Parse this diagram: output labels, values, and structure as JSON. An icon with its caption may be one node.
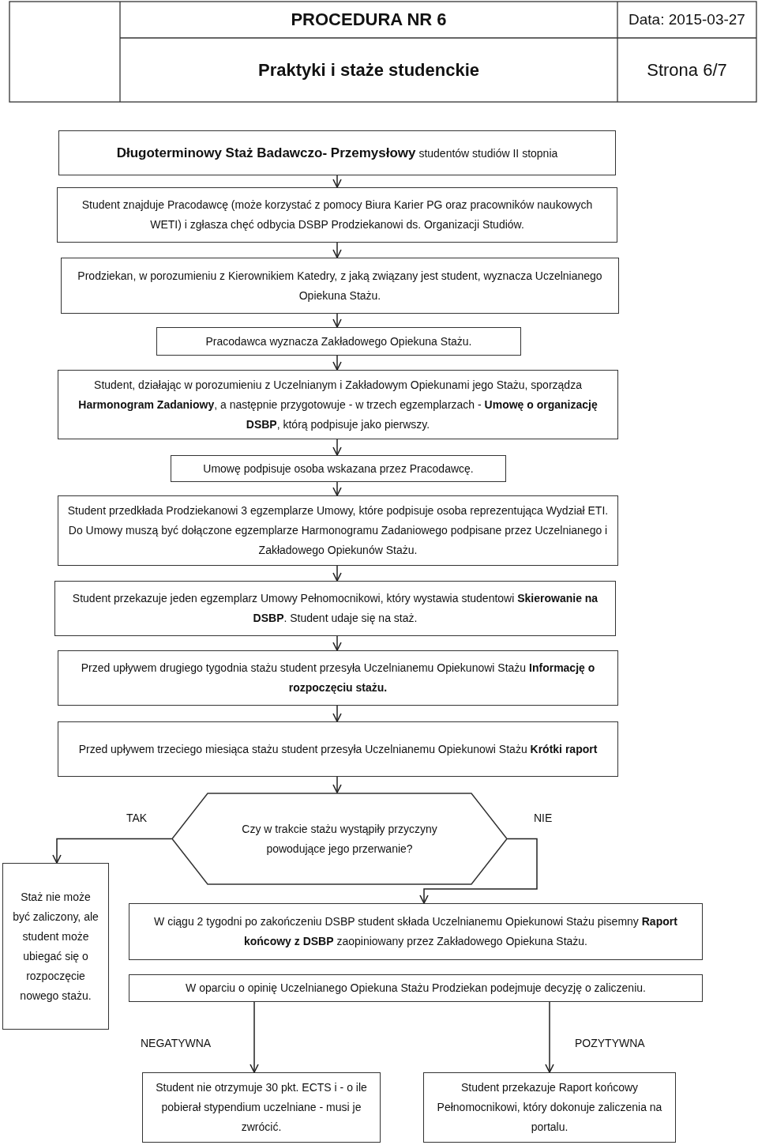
{
  "diagram": {
    "nodes": [
      {
        "text": [
          "**Długoterminowy Staż Badawczo- Przemysłowy** studentów studiów II stopnia"
        ]
      },
      {
        "text": [
          "Student znajduje Pracodawcę (może korzystać z pomocy Biura Karier PG oraz pracowników naukowych WETI) i zgłasza chęć odbycia DSBP Prodziekanowi ds. Organizacji Studiów."
        ]
      },
      {
        "text": [
          "Prodziekan, w porozumieniu z Kierownikiem Katedry, z jaką związany jest student, wyznacza Uczelnianego Opiekuna Stażu."
        ]
      },
      {
        "text": [
          "Pracodawca wyznacza Zakładowego Opiekuna Stażu."
        ]
      },
      {
        "text": [
          "Student, działając w porozumieniu z Uczelnianym i Zakładowym Opiekunami jego Stażu, sporządza **Harmonogram Zadaniowy**, a następnie przygotowuje - w trzech egzemplarzach - **Umowę o organizację DSBP**, którą podpisuje jako pierwszy."
        ]
      },
      {
        "text": [
          "Umowę podpisuje osoba wskazana przez Pracodawcę."
        ]
      },
      {
        "text": [
          "Student przedkłada Prodziekanowi 3 egzemplarze Umowy, które podpisuje osoba reprezentująca Wydział ETI. Do Umowy muszą być dołączone egzemplarze Harmonogramu Zadaniowego podpisane przez Uczelnianego i Zakładowego Opiekunów Stażu."
        ]
      },
      {
        "text": [
          "Student przekazuje jeden egzemplarz Umowy Pełnomocnikowi, który wystawia studentowi **Skierowanie na DSBP**. Student udaje się na staż."
        ]
      },
      {
        "text": [
          "Przed upływem drugiego tygodnia stażu student przesyła Uczelnianemu Opiekunowi Stażu **Informację o rozpoczęciu stażu.**"
        ]
      },
      {
        "text": [
          "Przed upływem trzeciego miesiąca stażu student przesyła Uczelnianemu Opiekunowi Stażu **Krótki raport**"
        ]
      },
      {
        "text": [
          "Czy w trakcie stażu wystąpiły przyczyny powodujące jego przerwanie?"
        ]
      },
      {
        "text": [
          "Staż nie może być zaliczony, ale student może ubiegać się o rozpoczęcie nowego stażu."
        ]
      },
      {
        "text": [
          "W ciągu 2 tygodni po zakończeniu DSBP student składa Uczelnianemu Opiekunowi Stażu pisemny **Raport końcowy z DSBP** zaopiniowany przez Zakładowego Opiekuna Stażu."
        ]
      },
      {
        "text": [
          "W oparciu o opinię Uczelnianego Opiekuna Stażu Prodziekan podejmuje decyzję o zaliczeniu."
        ]
      },
      {
        "text": [
          "Student nie otrzymuje 30 pkt. ECTS i - o ile pobierał stypendium uczelniane - musi je zwrócić."
        ]
      },
      {
        "text": [
          "Student przekazuje Raport końcowy Pełnomocnikowi, który dokonuje zaliczenia na portalu."
        ]
      }
    ],
    "edges": [
      {
        "from": 0,
        "to": 1,
        "arrow": "to"
      },
      {
        "from": 1,
        "to": 2,
        "arrow": "to"
      },
      {
        "from": 2,
        "to": 3,
        "arrow": "to"
      },
      {
        "from": 3,
        "to": 4,
        "arrow": "to"
      },
      {
        "from": 4,
        "to": 5,
        "arrow": "to"
      },
      {
        "from": 5,
        "to": 6,
        "arrow": "to"
      },
      {
        "from": 6,
        "to": 7,
        "arrow": "to"
      },
      {
        "from": 7,
        "to": 8,
        "arrow": "to"
      },
      {
        "from": 8,
        "to": 9,
        "arrow": "to"
      },
      {
        "from": 9,
        "to": 10,
        "arrow": "to"
      },
      {
        "from": 10,
        "to": 11,
        "arrow": "to",
        "label": "TAK"
      },
      {
        "from": 10,
        "to": 12,
        "arrow": "to",
        "label": "NIE"
      },
      {
        "from": 13,
        "to": 14,
        "arrow": "to",
        "label": "NEGATYWNA"
      },
      {
        "from": 13,
        "to": 15,
        "arrow": "to",
        "label": "POZYTYWNA"
      }
    ],
    "labels": [
      "PROCEDURA NR 6",
      "Data: 2015-03-27",
      "Praktyki i staże studenckie",
      "Strona 6/7"
    ]
  }
}
